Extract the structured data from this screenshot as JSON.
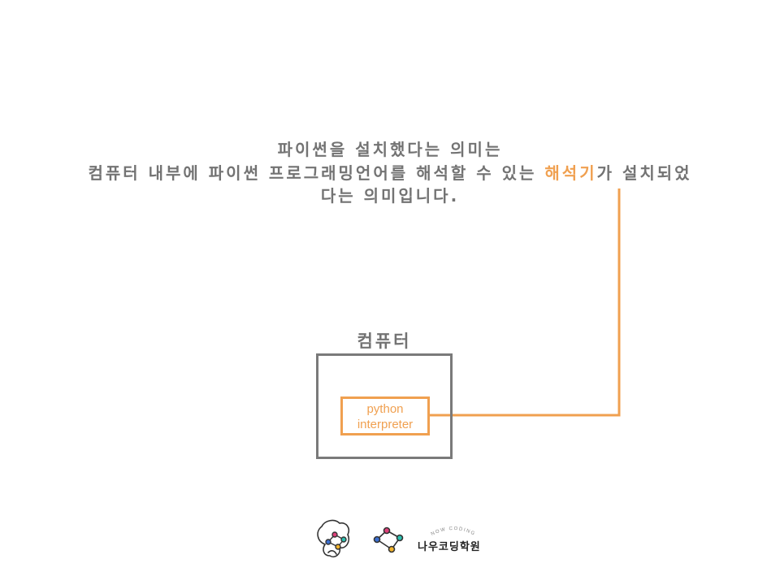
{
  "caption": {
    "line1": "파이썬을 설치했다는 의미는",
    "line2_pre": "컴퓨터 내부에 파이썬 프로그래밍언어를 해석할 수 있는 ",
    "line2_highlight": "해석기",
    "line2_post": "가 설치되었",
    "line3": "다는 의미입니다."
  },
  "diagram": {
    "computer_label": "컴퓨터",
    "interpreter_line1": "python",
    "interpreter_line2": "interpreter"
  },
  "brand": {
    "name": "나우코딩학원",
    "tagline": "NOW CODING"
  },
  "colors": {
    "text_gray": "#737373",
    "accent_orange": "#f0a050",
    "box_gray": "#7a7a7a"
  }
}
